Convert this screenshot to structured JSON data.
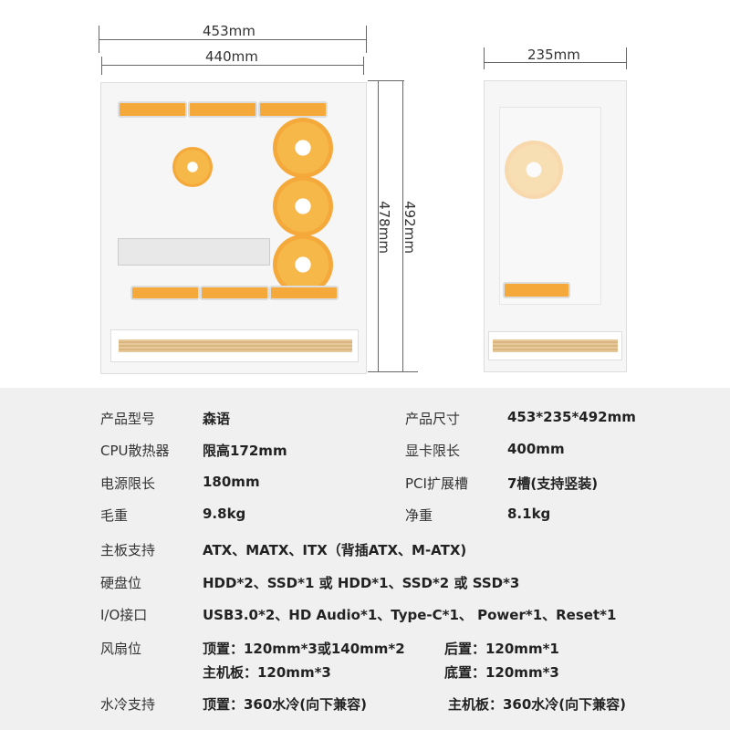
{
  "dims": {
    "width_outer": "453mm",
    "width_inner": "440mm",
    "depth": "235mm",
    "height_inner": "478mm",
    "height_outer": "492mm"
  },
  "specs": [
    {
      "l1": "产品型号",
      "v1": "森语",
      "l2": "产品尺寸",
      "v2": "453*235*492mm"
    },
    {
      "l1": "CPU散热器",
      "v1": "限高172mm",
      "l2": "显卡限长",
      "v2": "400mm"
    },
    {
      "l1": "电源限长",
      "v1": "180mm",
      "l2": "PCI扩展槽",
      "v2": "7槽(支持竖装)"
    },
    {
      "l1": "毛重",
      "v1": "9.8kg",
      "l2": "净重",
      "v2": "8.1kg"
    }
  ],
  "mainboard": {
    "label": "主板支持",
    "value": "ATX、MATX、ITX（背插ATX、M-ATX)"
  },
  "drive": {
    "label": "硬盘位",
    "value": "HDD*2、SSD*1 或 HDD*1、SSD*2 或 SSD*3"
  },
  "io": {
    "label": "I/O接口",
    "value": "USB3.0*2、HD Audio*1、Type-C*1、 Power*1、Reset*1"
  },
  "fan": {
    "label": "风扇位",
    "a": "顶置：120mm*3或140mm*2",
    "b": "后置：120mm*1",
    "c": "主机板：120mm*3",
    "d": "底置：120mm*3"
  },
  "water": {
    "label": "水冷支持",
    "a": "顶置：360水冷(向下兼容)",
    "b": "主机板：360水冷(向下兼容)"
  },
  "colors": {
    "accent": "#f4a93a",
    "bg_bottom": "#f0f0f0"
  }
}
